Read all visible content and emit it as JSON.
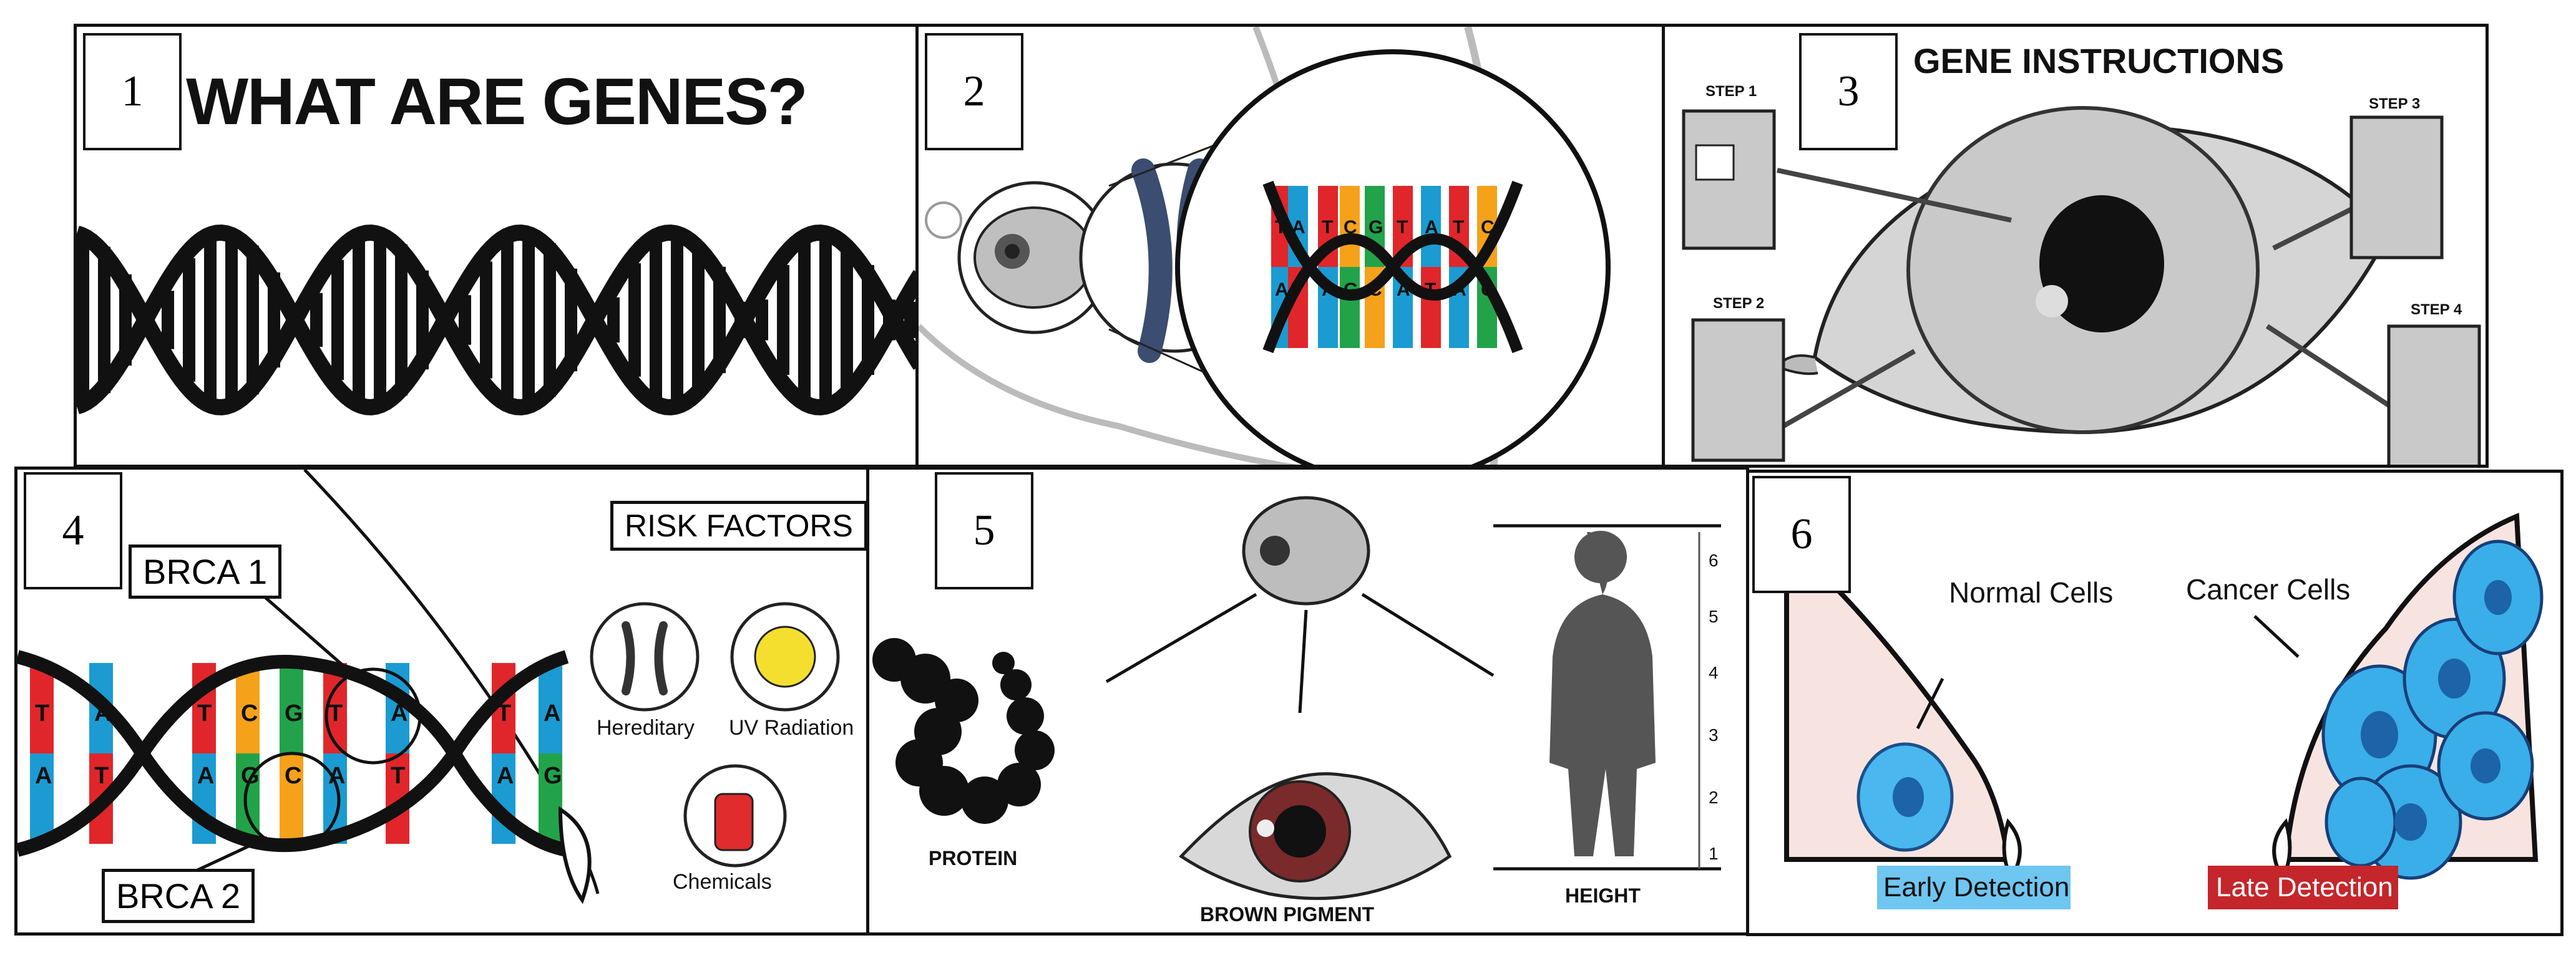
{
  "panels": [
    {
      "number": "1",
      "title": "WHAT ARE GENES?"
    },
    {
      "number": "2",
      "bases_top": [
        "T",
        "A",
        "T",
        "C",
        "G",
        "T",
        "A",
        "T",
        "C"
      ],
      "bases_bottom": [
        "A",
        "T",
        "A",
        "G",
        "C",
        "A",
        "T",
        "A",
        "G"
      ]
    },
    {
      "number": "3",
      "title": "GENE INSTRUCTIONS",
      "steps": [
        "STEP 1",
        "STEP 2",
        "STEP 3",
        "STEP 4"
      ]
    },
    {
      "number": "4",
      "risk_title": "RISK FACTORS",
      "genes": [
        "BRCA 1",
        "BRCA 2"
      ],
      "risks": [
        "Hereditary",
        "UV Radiation",
        "Chemicals"
      ],
      "bases_top": [
        "T",
        "A",
        "T",
        "C",
        "G",
        "T",
        "A",
        "T",
        "A"
      ],
      "bases_bottom": [
        "A",
        "T",
        "A",
        "G",
        "C",
        "A",
        "T",
        "A",
        "G"
      ]
    },
    {
      "number": "5",
      "traits": [
        "PROTEIN",
        "BROWN PIGMENT",
        "HEIGHT"
      ],
      "ruler": [
        "6",
        "5",
        "4",
        "3",
        "2",
        "1"
      ]
    },
    {
      "number": "6",
      "cells": [
        "Normal Cells",
        "Cancer Cells"
      ],
      "detection": [
        "Early Detection",
        "Late Detection"
      ]
    }
  ],
  "colors": {
    "red": "#e0262b",
    "blue": "#1b9bd1",
    "green": "#22a34a",
    "orange": "#f6a11a",
    "early": "#6fc6f0",
    "late": "#c4262b",
    "cancer": "#3aaee8"
  }
}
